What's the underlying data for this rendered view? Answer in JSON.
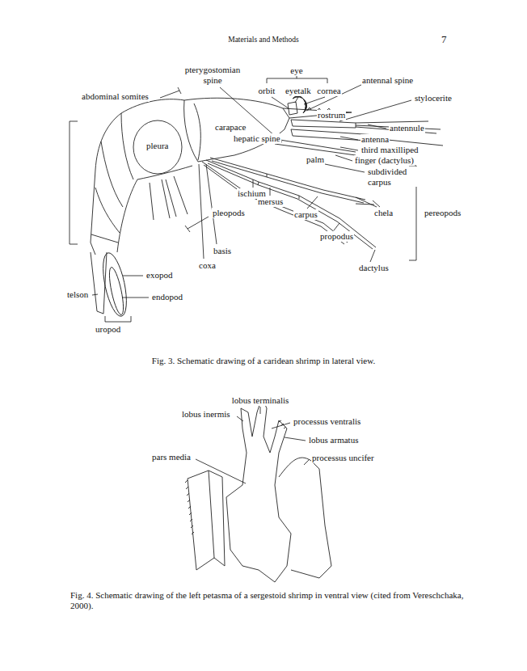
{
  "diagram": {
    "labels": [
      "Materials and Methods",
      "7",
      "pterygostomian spine",
      "eye",
      "orbit",
      "eyetalk",
      "cornea",
      "antennal spine",
      "stylocerite",
      "abdominal somites",
      "rostrum",
      "carapace",
      "antennule",
      "hepatic spine",
      "antenna",
      "third maxilliped",
      "pleura",
      "palm",
      "finger (dactylus)",
      "subdivided carpus",
      "ischium",
      "mersus",
      "pleopods",
      "carpus",
      "chela",
      "pereopods",
      "propodus",
      "basis",
      "coxa",
      "dactylus",
      "exopod",
      "telson",
      "endopod",
      "uropod",
      "Fig. 3.  Schematic drawing of a caridean shrimp in lateral view.",
      "lobus terminalis",
      "lobus inermis",
      "processus ventralis",
      "lobus armatus",
      "pars media",
      "processus uncifer",
      "Fig. 4.  Schematic drawing of the left petasma of a sergestoid shrimp in ventral view (cited from Vereschchaka, 2000)."
    ]
  }
}
